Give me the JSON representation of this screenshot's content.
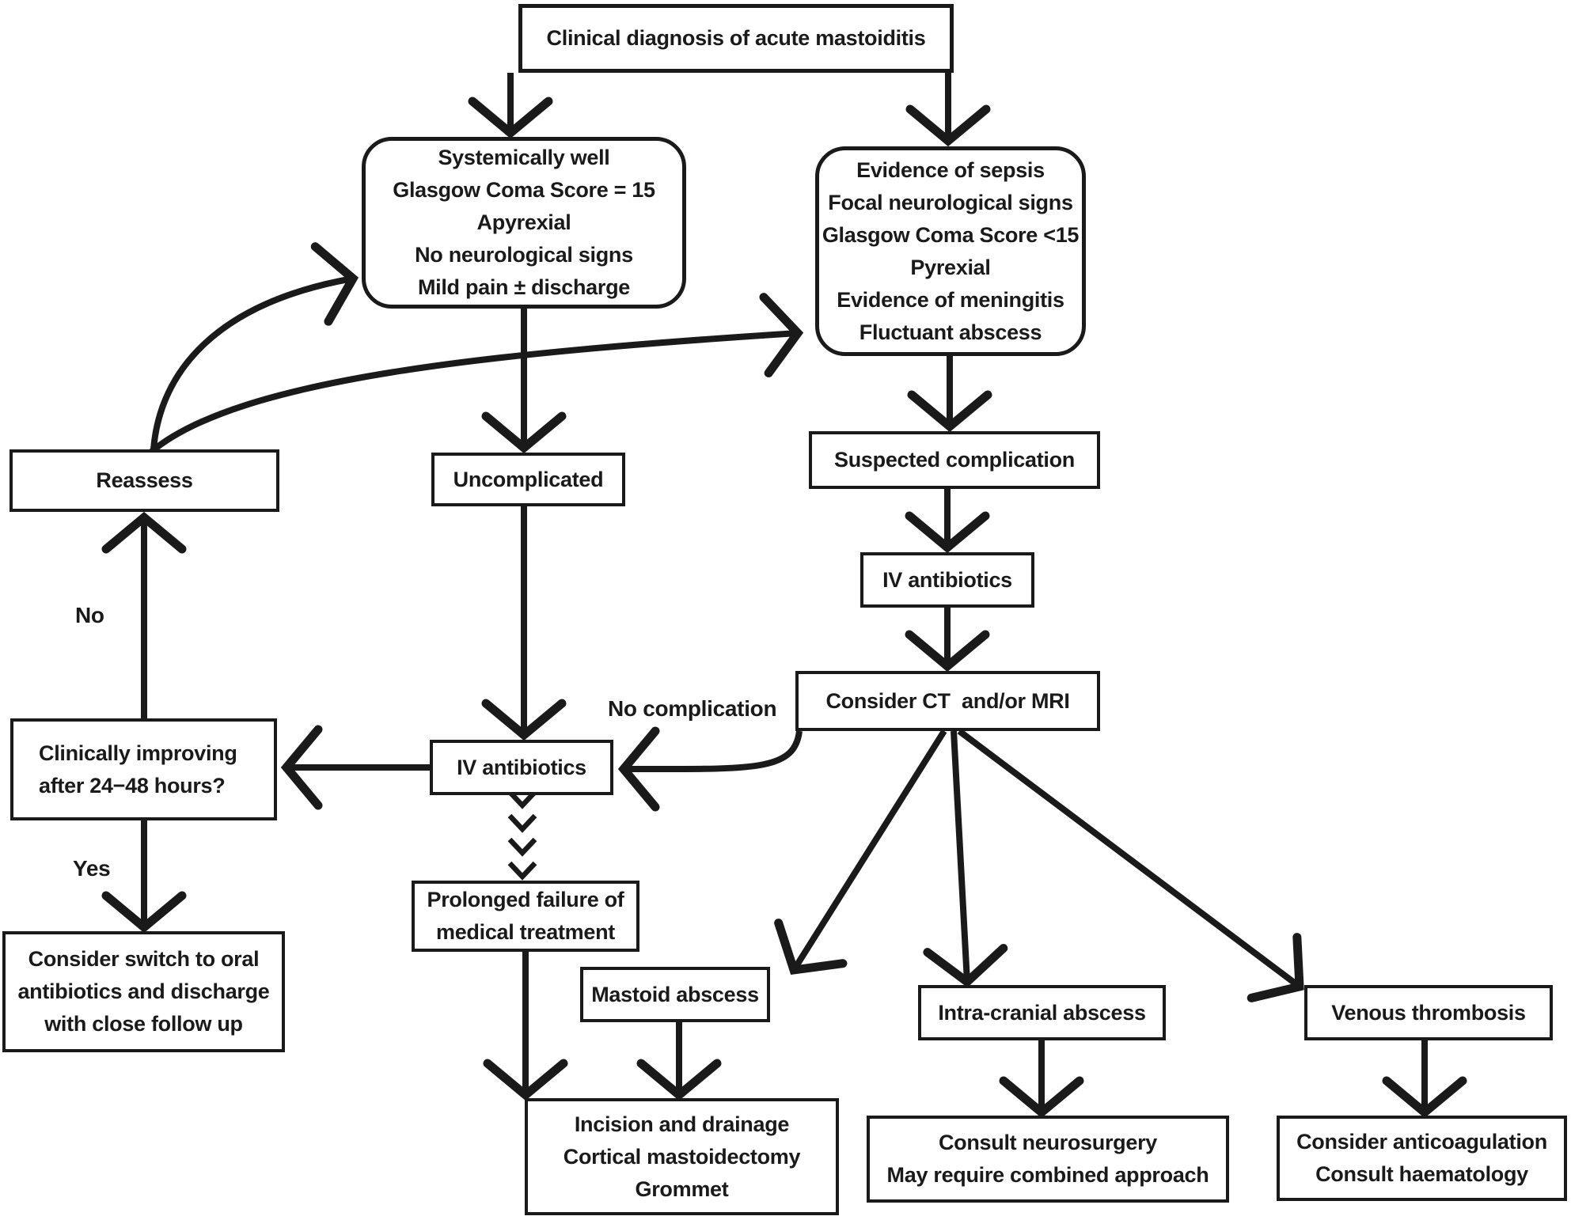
{
  "nodes": {
    "top": {
      "text": "Clinical diagnosis of acute mastoiditis"
    },
    "well": {
      "text": "Systemically well\nGlasgow Coma Score = 15\nApyrexial\nNo neurological signs\nMild pain ± discharge"
    },
    "sepsis": {
      "text": "Evidence of sepsis\nFocal neurological signs\nGlasgow Coma Score <15\nPyrexial\nEvidence of meningitis\nFluctuant abscess"
    },
    "reassess": {
      "text": "Reassess"
    },
    "uncomplicated": {
      "text": "Uncomplicated"
    },
    "suspected": {
      "text": "Suspected complication"
    },
    "iv_right": {
      "text": "IV antibiotics"
    },
    "ct": {
      "text": "Consider CT  and/or MRI"
    },
    "iv_left": {
      "text": "IV antibiotics"
    },
    "improving": {
      "text": "Clinically improving\nafter 24−48 hours?"
    },
    "oral": {
      "text": "Consider switch to oral\nantibiotics and discharge\nwith close follow up"
    },
    "prolonged": {
      "text": "Prolonged failure of\nmedical treatment"
    },
    "mastoid": {
      "text": "Mastoid abscess"
    },
    "intra": {
      "text": "Intra-cranial abscess"
    },
    "venous": {
      "text": "Venous thrombosis"
    },
    "incision": {
      "text": "Incision and drainage\nCortical mastoidectomy\nGrommet"
    },
    "neuro": {
      "text": "Consult neurosurgery\nMay require combined approach"
    },
    "anticoag": {
      "text": "Consider anticoagulation\nConsult haematology"
    }
  },
  "labels": {
    "no": "No",
    "yes": "Yes",
    "no_complication": "No complication"
  },
  "colors": {
    "ink": "#1a1a1a",
    "background": "#ffffff"
  }
}
